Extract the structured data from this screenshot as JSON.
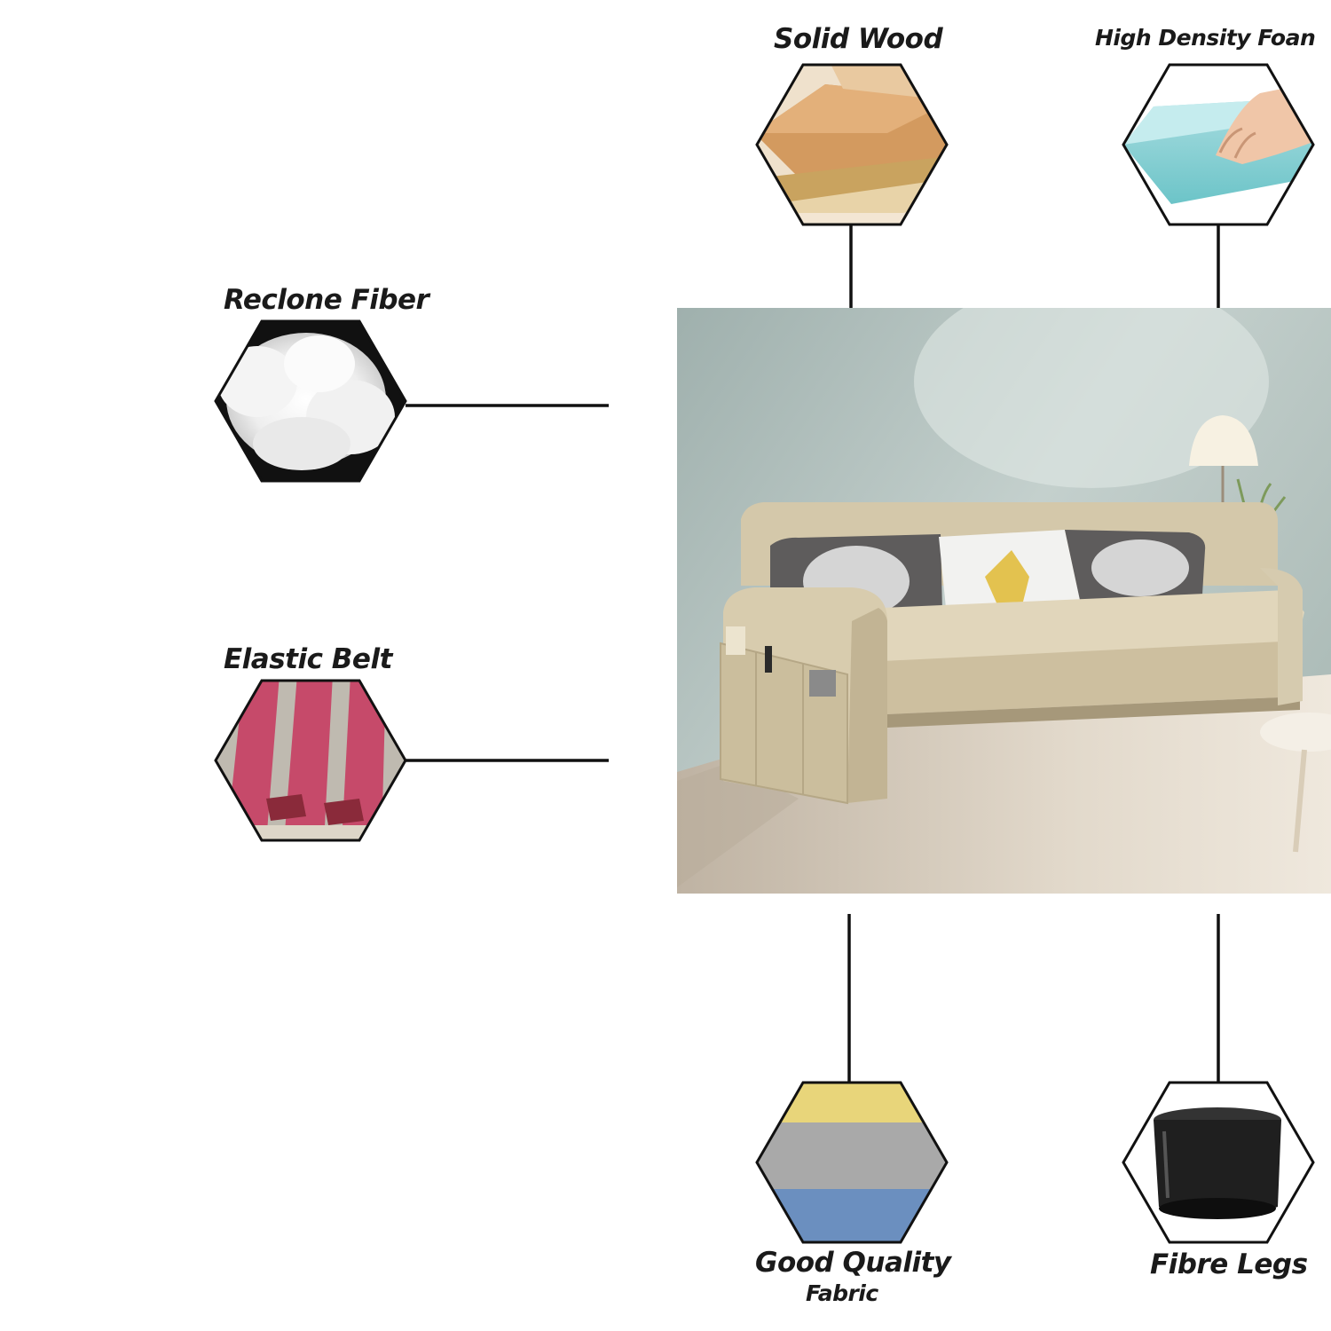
{
  "features": {
    "solid_wood": {
      "label": "Solid Wood",
      "icon": "solid-wood-icon"
    },
    "high_density_foam": {
      "label": "High Density Foan",
      "icon": "high-density-foam-icon"
    },
    "reclone_fiber": {
      "label": "Reclone Fiber",
      "icon": "reclone-fiber-icon"
    },
    "elastic_belt": {
      "label": "Elastic Belt",
      "icon": "elastic-belt-icon"
    },
    "good_quality_fabric": {
      "label": "Good Quality",
      "sublabel": "Fabric",
      "icon": "fabric-swatch-icon"
    },
    "fibre_legs": {
      "label": "Fibre Legs",
      "icon": "sofa-leg-icon"
    }
  },
  "product": {
    "image": "sofa-cum-bed-image"
  },
  "colors": {
    "line": "#111111",
    "sofa": "#d8ccae",
    "wall": "#b8c6c3",
    "floor": "#d9cfbf"
  }
}
